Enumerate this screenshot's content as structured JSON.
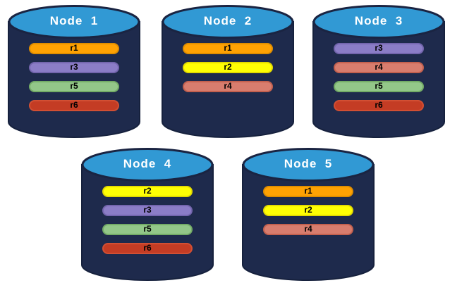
{
  "canvas": {
    "background": "#ffffff"
  },
  "cylinder": {
    "body_fill": "#1E2A4C",
    "body_stroke": "#16213D",
    "top_fill": "#3199D4",
    "top_stroke": "#1A2442",
    "title_color": "#FFFFFF"
  },
  "palette": {
    "r1": {
      "fill": "#FFA203",
      "border": "#E08E00"
    },
    "r2": {
      "fill": "#FFFF04",
      "border": "#E3DB00"
    },
    "r3": {
      "fill": "#8B7DC7",
      "border": "#7466AE"
    },
    "r4": {
      "fill": "#D87D6E",
      "border": "#C4614F"
    },
    "r5": {
      "fill": "#93C789",
      "border": "#74AC67"
    },
    "r6": {
      "fill": "#C43C24",
      "border": "#D24F33"
    }
  },
  "nodes": [
    {
      "title": "Node  1",
      "replicas": [
        "r1",
        "r3",
        "r5",
        "r6"
      ]
    },
    {
      "title": "Node  2",
      "replicas": [
        "r1",
        "r2",
        "r4"
      ]
    },
    {
      "title": "Node  3",
      "replicas": [
        "r3",
        "r4",
        "r5",
        "r6"
      ]
    },
    {
      "title": "Node  4",
      "replicas": [
        "r2",
        "r3",
        "r5",
        "r6"
      ]
    },
    {
      "title": "Node  5",
      "replicas": [
        "r1",
        "r2",
        "r4"
      ]
    }
  ]
}
